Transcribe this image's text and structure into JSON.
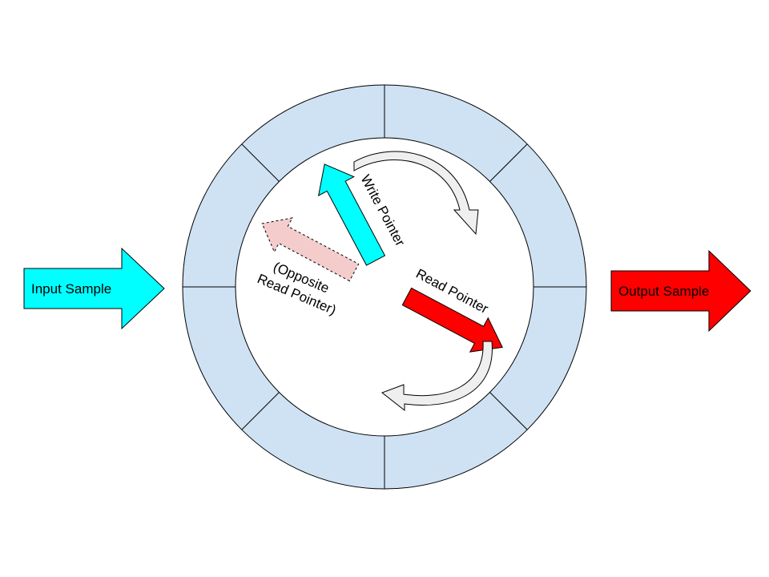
{
  "input_arrow": {
    "label": "Input Sample",
    "color": "#00ffff"
  },
  "output_arrow": {
    "label": "Output Sample",
    "color": "#ff0000"
  },
  "ring": {
    "segment_color": "#cfe2f3",
    "segment_count": 8,
    "stroke": "#000000"
  },
  "write_pointer": {
    "label": "Write Pointer",
    "color": "#00ffff"
  },
  "read_pointer": {
    "label": "Read Pointer",
    "color": "#ff0000"
  },
  "opposite_read_pointer": {
    "label_line1": "(Opposite",
    "label_line2": "Read Pointer)",
    "color": "#f4cccc"
  },
  "rotation_arrows": {
    "color": "#efefef"
  }
}
